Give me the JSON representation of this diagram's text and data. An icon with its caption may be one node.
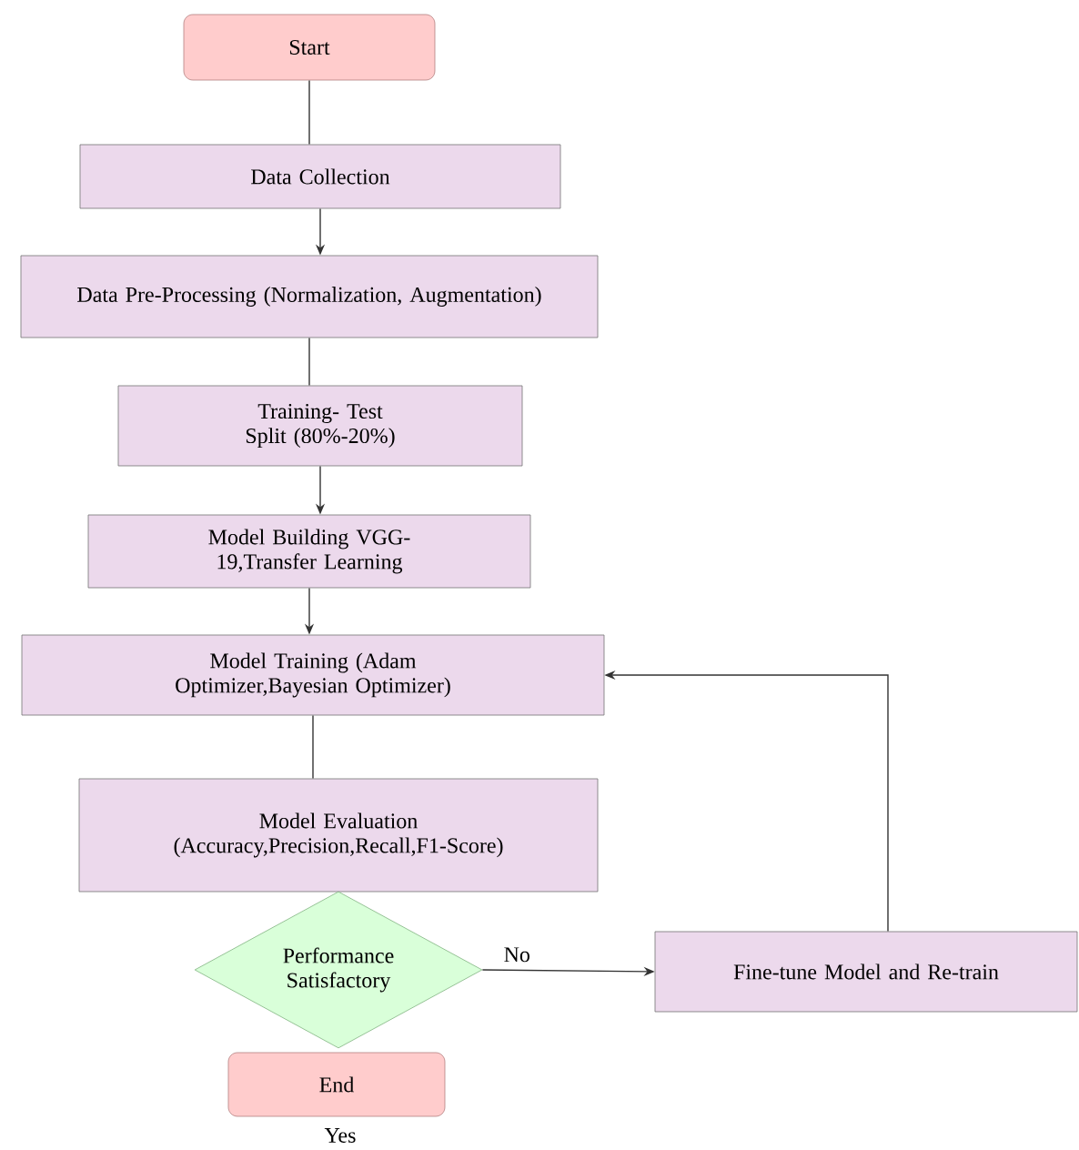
{
  "diagram": {
    "nodes": [
      {
        "text": [
          "Start"
        ]
      },
      {
        "text": [
          "Data Collection"
        ]
      },
      {
        "text": [
          "Data Pre-Processing (Normalization, Augmentation)"
        ]
      },
      {
        "text": [
          "Training- Test Split (80%-20%)"
        ]
      },
      {
        "text": [
          "Model Building VGG-19,Transfer Learning"
        ]
      },
      {
        "text": [
          "Model Training (Adam Optimizer,Bayesian Optimizer)"
        ]
      },
      {
        "text": [
          "Model Evaluation (Accuracy,Precision,Recall,F1-Score)"
        ]
      },
      {
        "text": [
          "Performance Satisfactory"
        ]
      },
      {
        "text": [
          "End"
        ]
      },
      {
        "text": [
          "Fine-tune Model and Re-train"
        ]
      }
    ],
    "edges": [
      {
        "from": 0,
        "to": 1,
        "arrow": "none"
      },
      {
        "from": 1,
        "to": 2,
        "arrow": "to"
      },
      {
        "from": 2,
        "to": 3,
        "arrow": "none"
      },
      {
        "from": 3,
        "to": 4,
        "arrow": "to"
      },
      {
        "from": 4,
        "to": 5,
        "arrow": "to"
      },
      {
        "from": 5,
        "to": 6,
        "arrow": "none"
      },
      {
        "from": 7,
        "to": 9,
        "arrow": "to",
        "label": "No"
      },
      {
        "from": 9,
        "to": 5,
        "arrow": "to"
      }
    ],
    "labels": [
      "Yes"
    ]
  }
}
